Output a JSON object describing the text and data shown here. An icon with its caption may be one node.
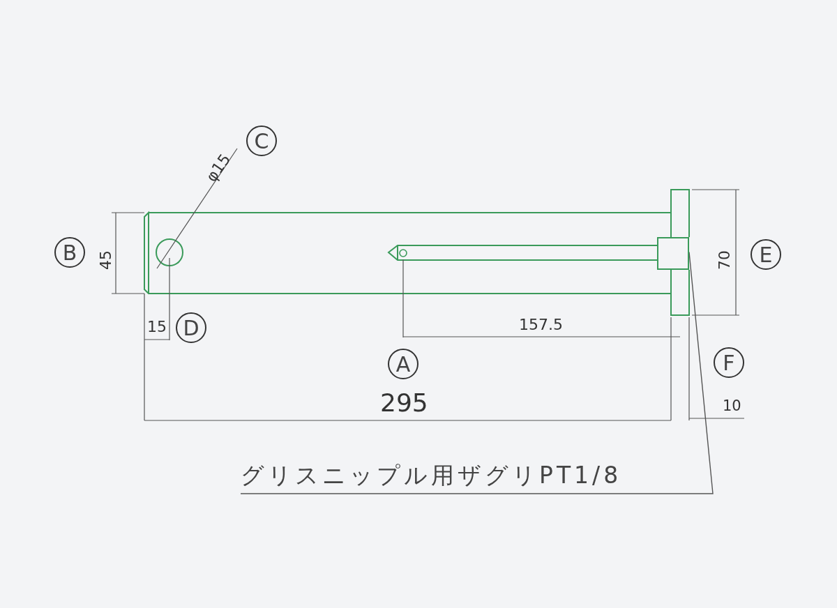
{
  "diagram": {
    "nodes": [
      {
        "text": [
          "グリスニップル用ザグリPT1/8"
        ]
      },
      {
        "text": [],
        "shape": "box"
      }
    ],
    "edges": [
      {
        "from": 0,
        "to": 1,
        "arrow": "none"
      }
    ],
    "labels": [
      "C",
      "φ15",
      "B",
      "45",
      "70",
      "E",
      "15",
      "D",
      "157.5",
      "A",
      "F",
      "295",
      "10"
    ]
  }
}
